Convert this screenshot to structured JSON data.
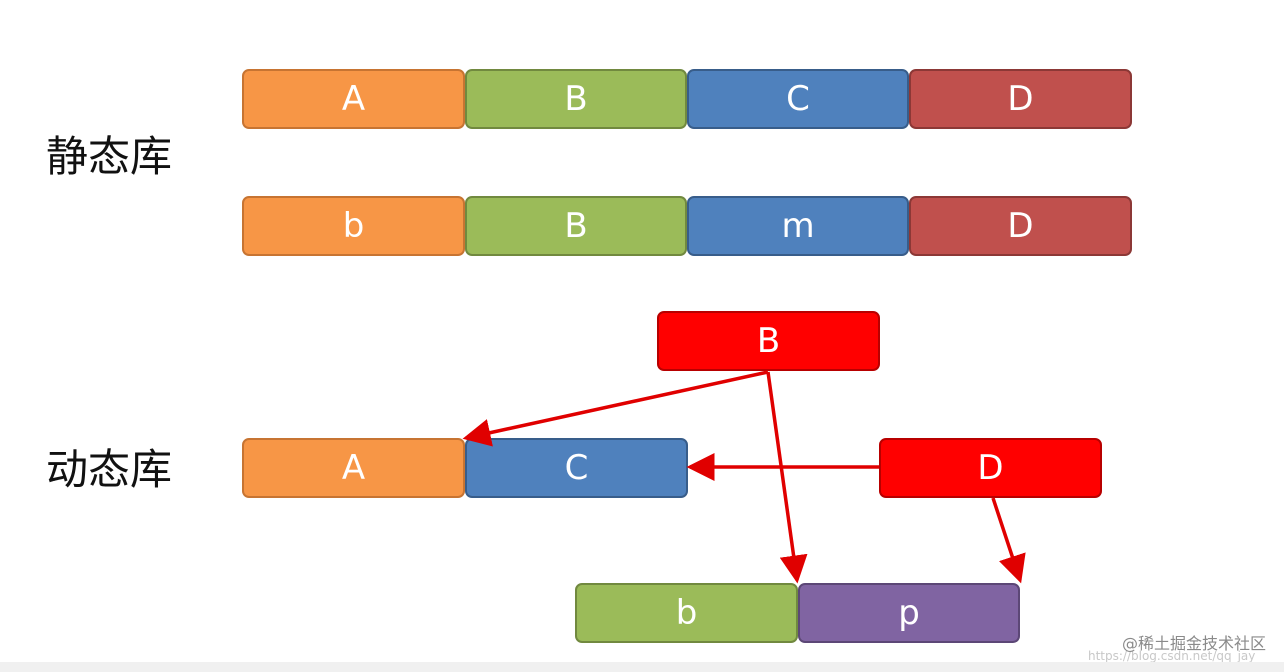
{
  "static": {
    "label": "静态库",
    "row1": [
      "A",
      "B",
      "C",
      "D"
    ],
    "row2": [
      "b",
      "B",
      "m",
      "D"
    ]
  },
  "dynamic": {
    "label": "动态库",
    "top": "B",
    "mid": [
      "A",
      "C"
    ],
    "right": "D",
    "bottom": [
      "b",
      "p"
    ]
  },
  "colors": {
    "orange": "#f79646",
    "green": "#9bbb59",
    "blue": "#4f81bd",
    "darkred": "#c0504d",
    "red": "#ff0000",
    "purple": "#8064a2",
    "arrow": "#e00000"
  },
  "watermark": {
    "text": "@稀土掘金技术社区",
    "url": "https://blog.csdn.net/qq_jay"
  }
}
